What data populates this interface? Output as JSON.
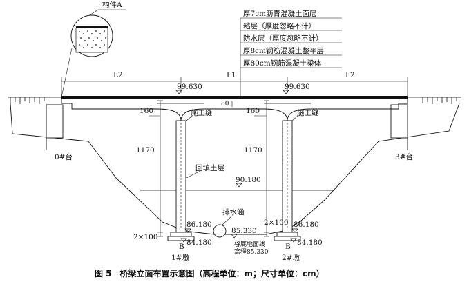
{
  "component_label": "构件A",
  "layers": [
    "厚7cm沥青混凝土面层",
    "粘层（厚度忽略不计）",
    "防水层（厚度忽略不计）",
    "厚8cm钢筋混凝土整平层",
    "厚80cm钢筋混凝土梁体"
  ],
  "spans": {
    "left": "L2",
    "middle": "L1",
    "right": "L2"
  },
  "elevations": {
    "deck_left": "99.630",
    "deck_right": "99.630",
    "backfill": "90.180",
    "pier_base_left": "86.180",
    "pier_base_right": "86.180",
    "footing_left": "84.180",
    "footing_right": "84.180",
    "culvert": "85.330"
  },
  "dims": {
    "deck_thickness": "80",
    "haunch_left": "160",
    "haunch_right": "160",
    "pier_left": "1170",
    "pier_right": "1170",
    "footing_left": "2×100",
    "footing_right": "2×100",
    "footing_width_left": "B",
    "footing_width_right": "B"
  },
  "labels": {
    "joint_left": "施工缝",
    "joint_right": "施工缝",
    "backfill": "回填土层",
    "culvert": "排水涵",
    "valley_line": "谷底地面线",
    "valley_elev": "高程85.330",
    "abutment_0": "0#台",
    "abutment_3": "3#台",
    "pier_1": "1#墩",
    "pier_2": "2#墩"
  },
  "caption": "图 5　桥梁立面布置示意图（高程单位：m；尺寸单位：cm）"
}
